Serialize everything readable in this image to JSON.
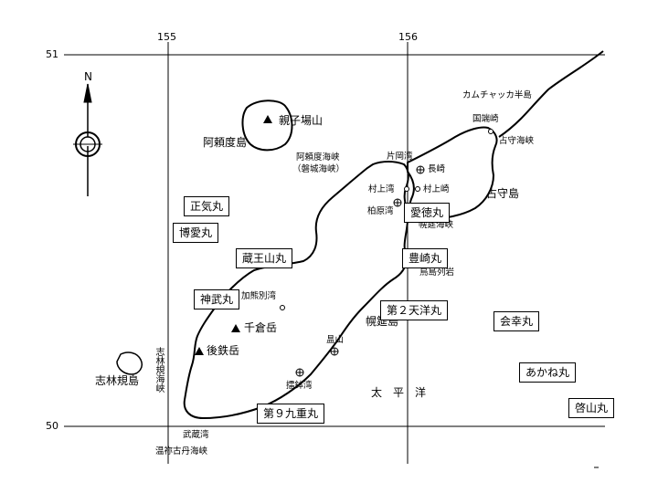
{
  "grid": {
    "lon_155": "155",
    "lon_156": "156",
    "lat_51": "51",
    "lat_50": "50"
  },
  "compass": {
    "north": "N",
    "icon": "north-arrow-icon"
  },
  "places": {
    "oyakoba": "親子場山",
    "araido": "阿頼度島",
    "araido_strait": "阿頼度海峡",
    "bankyo_strait": "（磐城海峡）",
    "kamchatka": "カムチャッカ半島",
    "kokutan": "国端崎",
    "shimushu_strait": "占守海峡",
    "kataoka": "片岡湾",
    "nagasaki": "長崎",
    "murakami": "村上崎",
    "murakami_bay": "村上湾",
    "kashiwabara": "柏原湾",
    "shimushu": "占守島",
    "horomushiro_strait": "幌筵海峡",
    "torishima": "鳥島列岩",
    "kakumabetsu": "加熊別湾",
    "chikura": "千倉岳",
    "goshaku": "後鉄岳",
    "horomushiro": "幌筵島",
    "higashiyama": "昷山",
    "suribachi": "擂鉢湾",
    "taiheiyo": "太　平　洋",
    "shirinki": "志林規島",
    "shirinki_strait": "志林規海峡",
    "musashi": "武蔵湾",
    "onnekotan_strait": "温祢古丹海峡"
  },
  "ships": {
    "seiki": "正気丸",
    "hakuai": "博愛丸",
    "zaozan": "蔵王山丸",
    "jinbu": "神武丸",
    "aitoku": "愛徳丸",
    "hosaki": "豊崎丸",
    "taiyo2": "第２天洋丸",
    "kaiko": "会幸丸",
    "akane": "あかね丸",
    "keizan": "啓山丸",
    "kujukyo": "第９九重丸"
  }
}
